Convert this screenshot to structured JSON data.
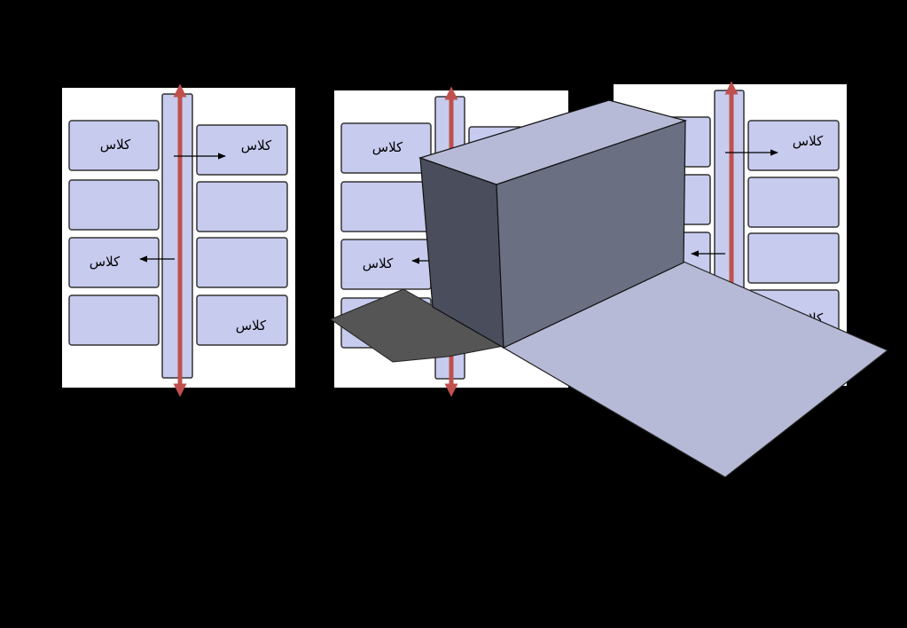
{
  "labels": {
    "class_label": "کلاس"
  },
  "colors": {
    "background": "#000000",
    "panel_bg": "#ffffff",
    "room_fill": "#c7cbee",
    "room_stroke": "#333333",
    "corridor_arrow": "#c0504d",
    "block_top": "#b7bad6",
    "block_front": "#6b6f82",
    "block_side": "#4a4d5b",
    "shadow": "#555555",
    "floor_plane": "#b7bad6"
  },
  "panels": [
    {
      "name": "left-plan",
      "rooms_left": [
        "کلاس",
        "",
        "کلاس",
        ""
      ],
      "rooms_right": [
        "کلاس",
        "",
        "",
        "کلاس"
      ],
      "arrows": [
        "right",
        "left"
      ]
    },
    {
      "name": "middle-plan",
      "rooms_left": [
        "کلاس",
        "",
        "کلاس",
        ""
      ],
      "rooms_right": [],
      "arrows": [
        "left"
      ]
    },
    {
      "name": "right-plan",
      "rooms_left": [
        "",
        "",
        "",
        ""
      ],
      "rooms_right": [
        "کلاس",
        "",
        "",
        "کلاس"
      ],
      "arrows": [
        "right",
        "left"
      ]
    }
  ],
  "icons": {
    "corridor_arrow": "double-headed-arrow-icon",
    "direction_arrow": "arrow-icon"
  }
}
